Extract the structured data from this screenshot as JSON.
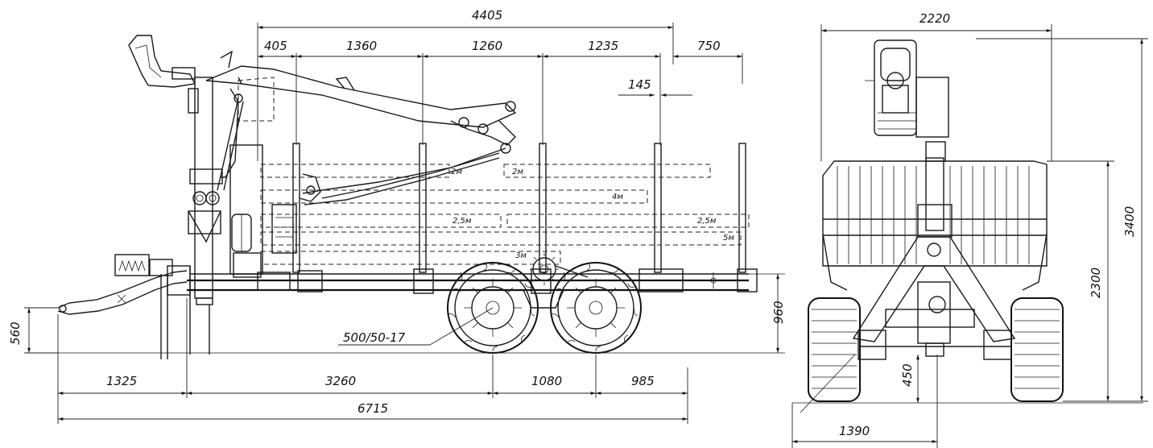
{
  "dimensions": {
    "side_top_total": "4405",
    "side_top_1": "405",
    "side_top_2": "1360",
    "side_top_3": "1260",
    "side_top_4": "1235",
    "side_top_overhang": "750",
    "side_stake_offset": "145",
    "side_drawbar_height": "560",
    "side_bottom_1": "1325",
    "side_bottom_2": "3260",
    "side_bottom_3": "1080",
    "side_bottom_4": "985",
    "side_bottom_total": "6715",
    "side_frame_height": "960",
    "tire_size": "500/50-17",
    "front_width": "2220",
    "front_height_total": "3400",
    "front_height_bunk": "2300",
    "front_clearance": "450",
    "front_track": "1390"
  },
  "log_lengths": {
    "log_2m_a": "2м",
    "log_2m_b": "2м",
    "log_4m": "4м",
    "log_2_5m_a": "2,5м",
    "log_2_5m_b": "2,5м",
    "log_5m": "5м",
    "log_3m": "3м"
  }
}
